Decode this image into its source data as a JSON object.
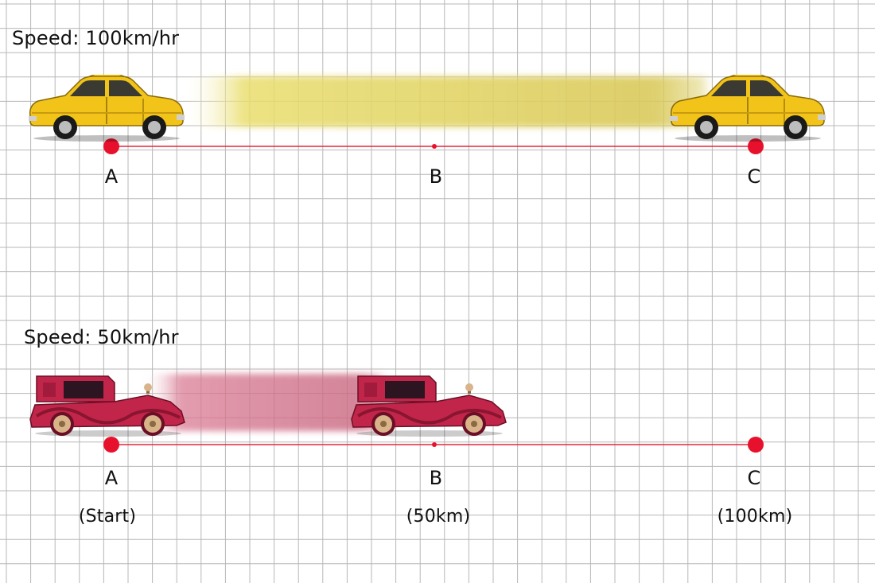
{
  "colors": {
    "grid": "#b7b7b7",
    "track": "#e8253f",
    "point": "#e8112d",
    "taxi": "#f2c41a",
    "taxi_dark": "#8a6a08",
    "taxi_trail": "#ece276",
    "toy_car": "#c2254a",
    "toy_car_dark": "#6b0f26",
    "toy_trail": "#e58aa0",
    "wheel": "#d9b38a"
  },
  "top_track": {
    "speed_label": "Speed: 100km/hr",
    "vehicle_icon": "taxi-car-icon",
    "points": [
      {
        "label": "A"
      },
      {
        "label": "B"
      },
      {
        "label": "C"
      }
    ]
  },
  "bottom_track": {
    "speed_label": "Speed: 50km/hr",
    "vehicle_icon": "vintage-toy-car-icon",
    "points": [
      {
        "label": "A",
        "note": "(Start)"
      },
      {
        "label": "B",
        "note": "(50km)"
      },
      {
        "label": "C",
        "note": "(100km)"
      }
    ]
  }
}
